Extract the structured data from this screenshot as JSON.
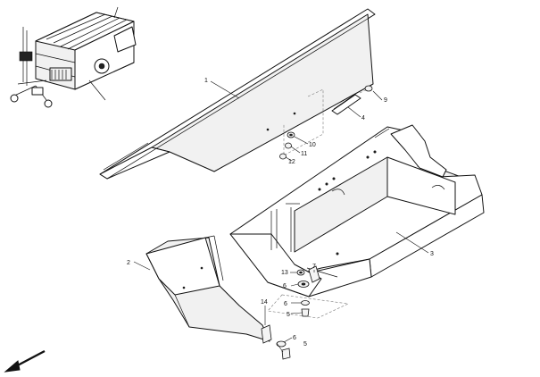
{
  "diagram": {
    "callouts": [
      {
        "id": "c1",
        "label": "1"
      },
      {
        "id": "c2",
        "label": "2"
      },
      {
        "id": "c3",
        "label": "3"
      },
      {
        "id": "c4",
        "label": "4"
      },
      {
        "id": "c5a",
        "label": "5"
      },
      {
        "id": "c5b",
        "label": "5"
      },
      {
        "id": "c6a",
        "label": "6"
      },
      {
        "id": "c6b",
        "label": "6"
      },
      {
        "id": "c6c",
        "label": "6"
      },
      {
        "id": "c7",
        "label": "7"
      },
      {
        "id": "c9",
        "label": "9"
      },
      {
        "id": "c10",
        "label": "10"
      },
      {
        "id": "c11",
        "label": "11"
      },
      {
        "id": "c12",
        "label": "12"
      },
      {
        "id": "c13",
        "label": "13"
      },
      {
        "id": "c14",
        "label": "14"
      }
    ]
  }
}
